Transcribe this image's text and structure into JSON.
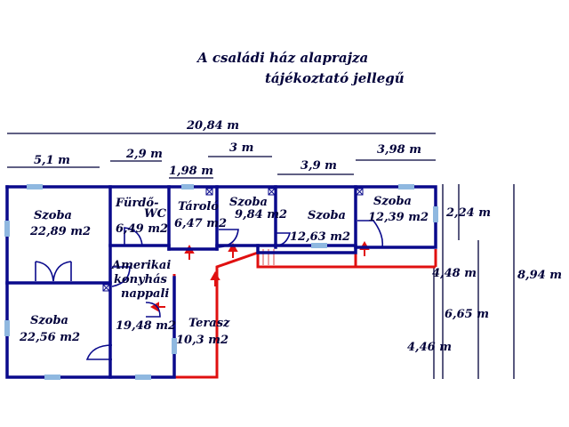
{
  "title": {
    "line1": "A családi ház alaprajza",
    "line2": "tájékoztató jellegű"
  },
  "colors": {
    "wall": "#0a0a8c",
    "terrace": "#e01010",
    "window": "#8fb8e0",
    "text": "#00003a"
  },
  "dimensions": {
    "total_width": "20,84 m",
    "d_5_1": "5,1 m",
    "d_2_9": "2,9 m",
    "d_1_98": "1,98 m",
    "d_3": "3 m",
    "d_3_9": "3,9 m",
    "d_3_98": "3,98 m",
    "d_2_24": "2,24 m",
    "d_4_48": "4,48 m",
    "d_8_94": "8,94 m",
    "d_6_65": "6,65 m",
    "d_4_46": "4,46 m"
  },
  "rooms": {
    "szoba1_name": "Szoba",
    "szoba1_area": "22,89 m2",
    "furdo_name": "Fürdő-",
    "furdo_wc": "WC",
    "furdo_area": "6,49 m2",
    "tarolo_name": "Tároló",
    "tarolo_area": "6,47 m2",
    "szoba2_name": "Szoba",
    "szoba2_area": "9,84 m2",
    "szoba3_name": "Szoba",
    "szoba3_area": "12,63 m2",
    "szoba4_name": "Szoba",
    "szoba4_area": "12,39 m2",
    "konyha_l1": "Amerikai",
    "konyha_l2": "konyhás",
    "konyha_l3": "nappali",
    "konyha_area": "19,48 m2",
    "szoba5_name": "Szoba",
    "szoba5_area": "22,56 m2",
    "terasz_name": "Terasz",
    "terasz_area": "10,3 m2"
  }
}
